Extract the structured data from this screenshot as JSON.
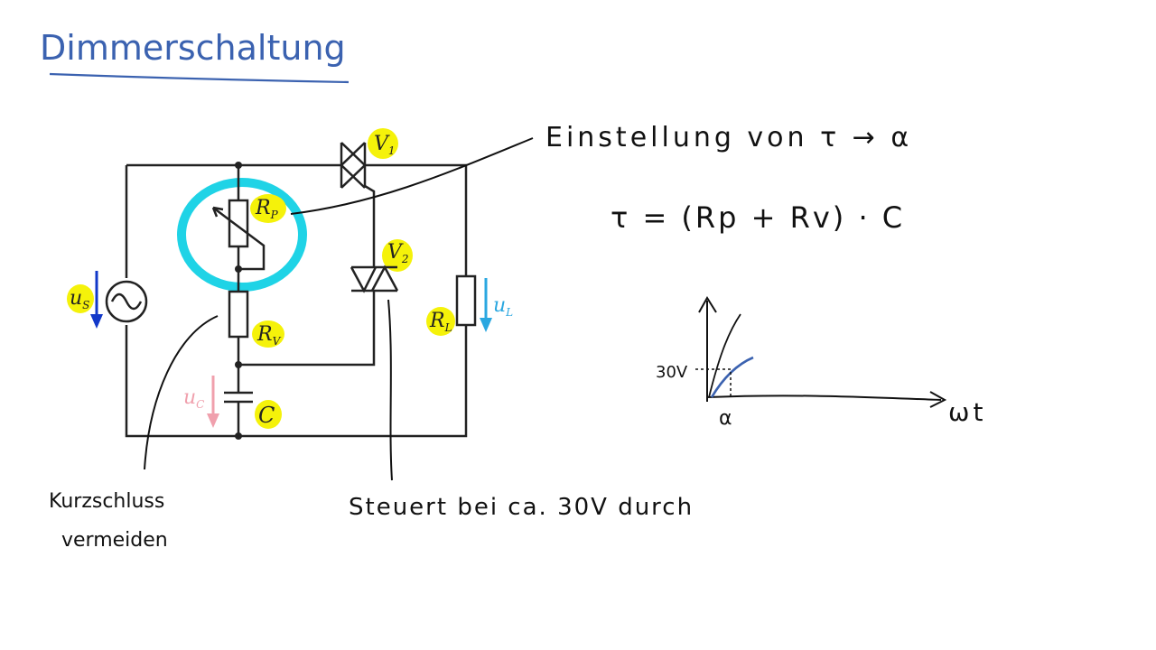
{
  "title": "Dimmerschaltung",
  "colors": {
    "title_ink": "#3b62b0",
    "ink": "#111111",
    "highlight_yellow": "#f5f20a",
    "highlight_cyan": "#1fd3e6",
    "source_arrow": "#1238c9",
    "load_arrow": "#2aa7e0",
    "capacitor_arrow": "#f0a0ad",
    "curve_blue": "#3b62b0"
  },
  "circuit": {
    "source": {
      "symbol": "u",
      "subscript": "S"
    },
    "potentiometer": {
      "symbol": "R",
      "subscript": "P"
    },
    "series_resistor": {
      "symbol": "R",
      "subscript": "V"
    },
    "capacitor": {
      "symbol": "C"
    },
    "capacitor_voltage": {
      "symbol": "u",
      "subscript": "C"
    },
    "triac": {
      "symbol": "V",
      "subscript": "1"
    },
    "diac": {
      "symbol": "V",
      "subscript": "2"
    },
    "load": {
      "symbol": "R",
      "subscript": "L"
    },
    "load_voltage": {
      "symbol": "u",
      "subscript": "L"
    }
  },
  "notes": {
    "adjust_line": "Einstellung von τ → α",
    "formula": "τ = (Rp + Rv) · C",
    "short_circuit_line1": "Kurzschluss",
    "short_circuit_line2": "vermeiden",
    "diac_note": "Steuert bei ca. 30V durch"
  },
  "sketch": {
    "y_tick_label": "30V",
    "x_tick_label": "α",
    "x_axis_label": "ωt"
  }
}
